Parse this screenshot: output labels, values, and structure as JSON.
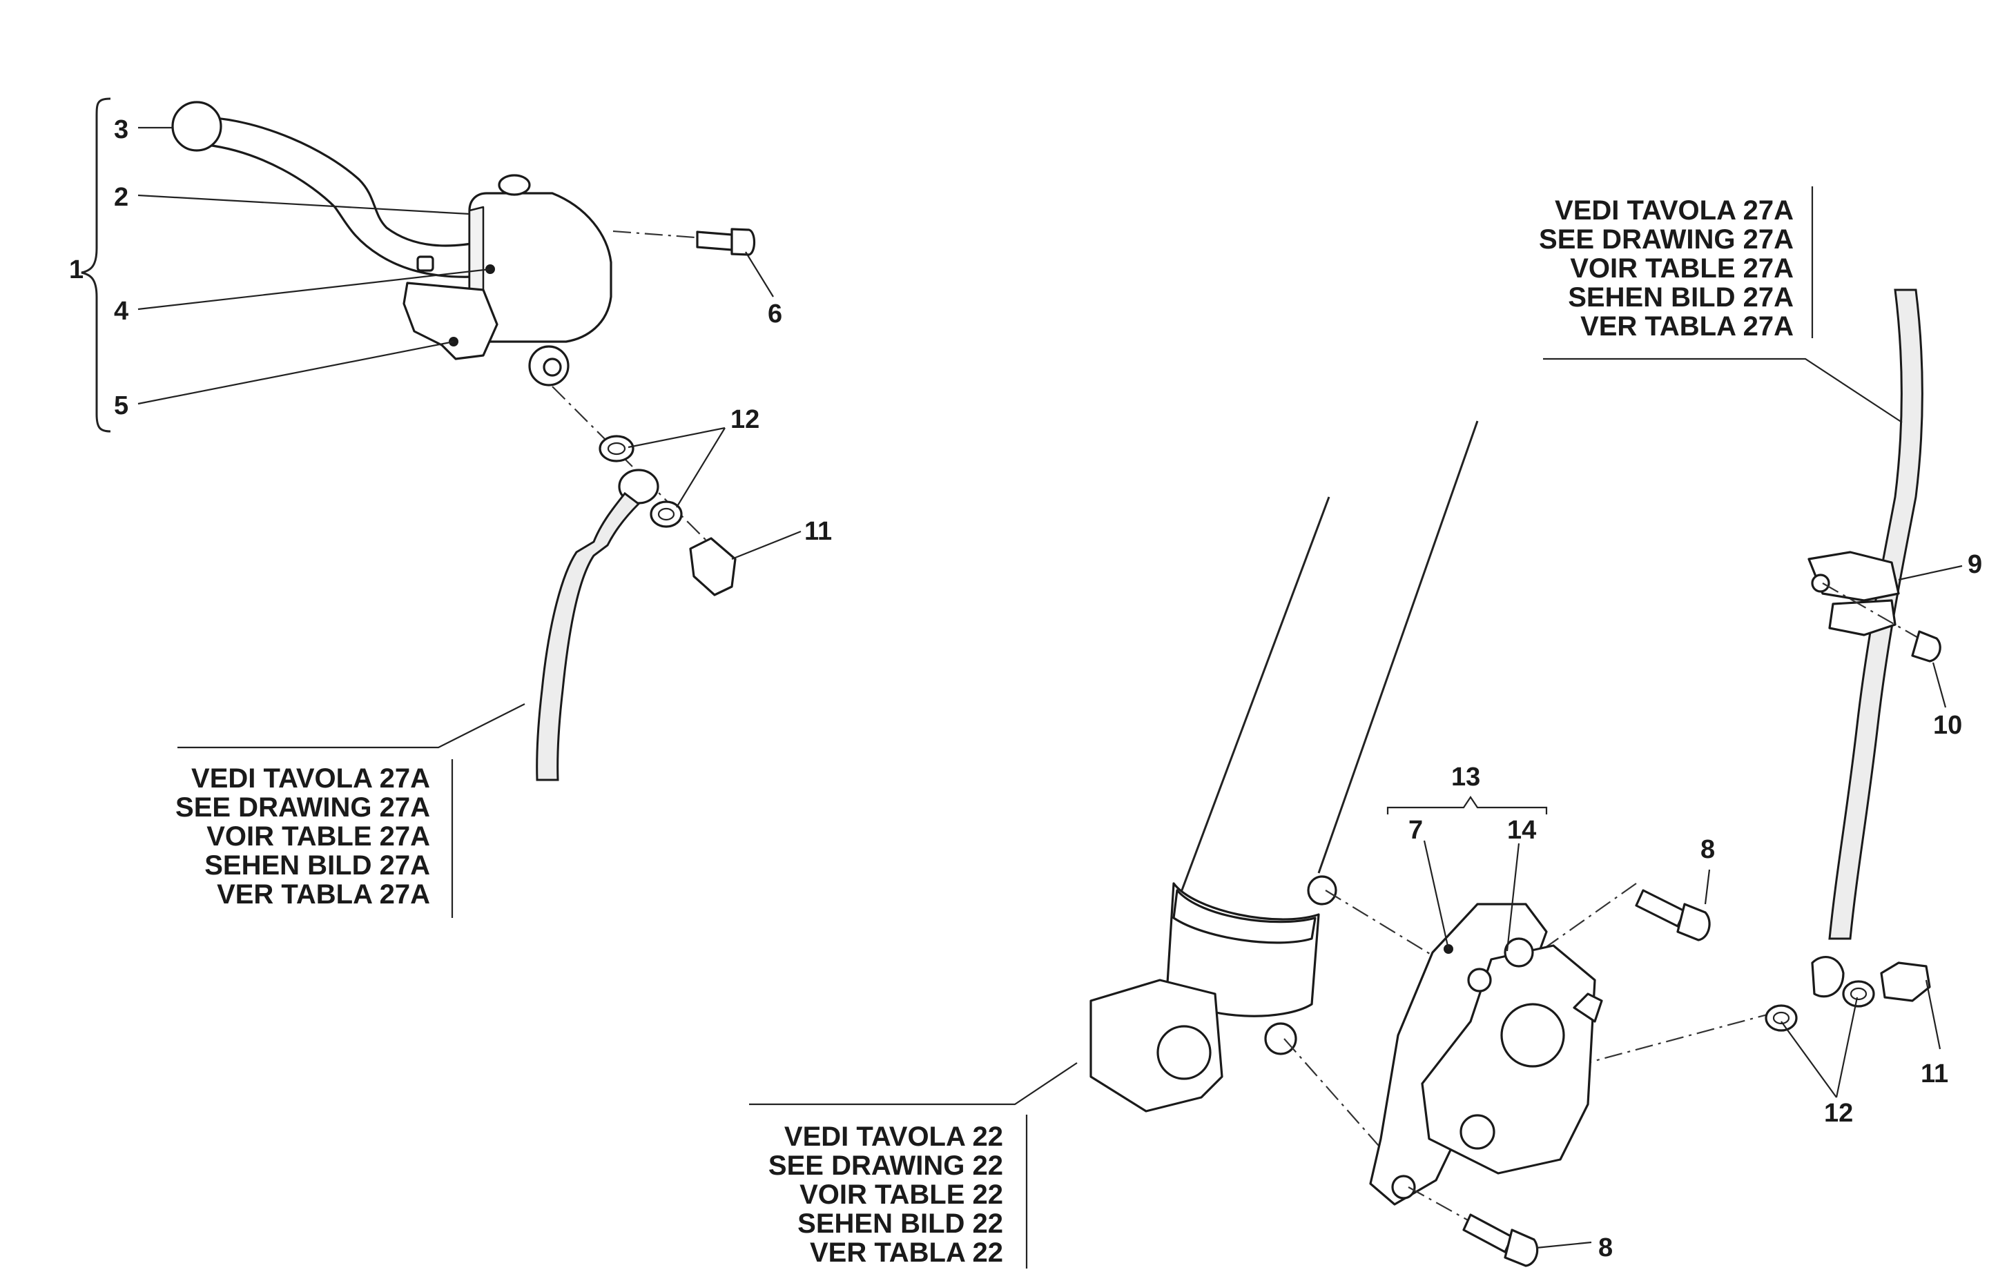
{
  "callouts": {
    "c1": "1",
    "c2": "2",
    "c3": "3",
    "c4": "4",
    "c5": "5",
    "c6": "6",
    "c7": "7",
    "c8a": "8",
    "c8b": "8",
    "c9": "9",
    "c10": "10",
    "c11a": "11",
    "c11b": "11",
    "c12a": "12",
    "c12b": "12",
    "c13": "13",
    "c14": "14"
  },
  "ref_27a_left": {
    "line1": "VEDI TAVOLA 27A",
    "line2": "SEE DRAWING 27A",
    "line3": "VOIR TABLE 27A",
    "line4": "SEHEN BILD 27A",
    "line5": "VER TABLA 27A"
  },
  "ref_27a_right": {
    "line1": "VEDI TAVOLA 27A",
    "line2": "SEE DRAWING 27A",
    "line3": "VOIR TABLE 27A",
    "line4": "SEHEN BILD 27A",
    "line5": "VER TABLA 27A"
  },
  "ref_22": {
    "line1": "VEDI TAVOLA 22",
    "line2": "SEE DRAWING 22",
    "line3": "VOIR TABLE 22",
    "line4": "SEHEN BILD 22",
    "line5": "VER TABLA 22"
  }
}
